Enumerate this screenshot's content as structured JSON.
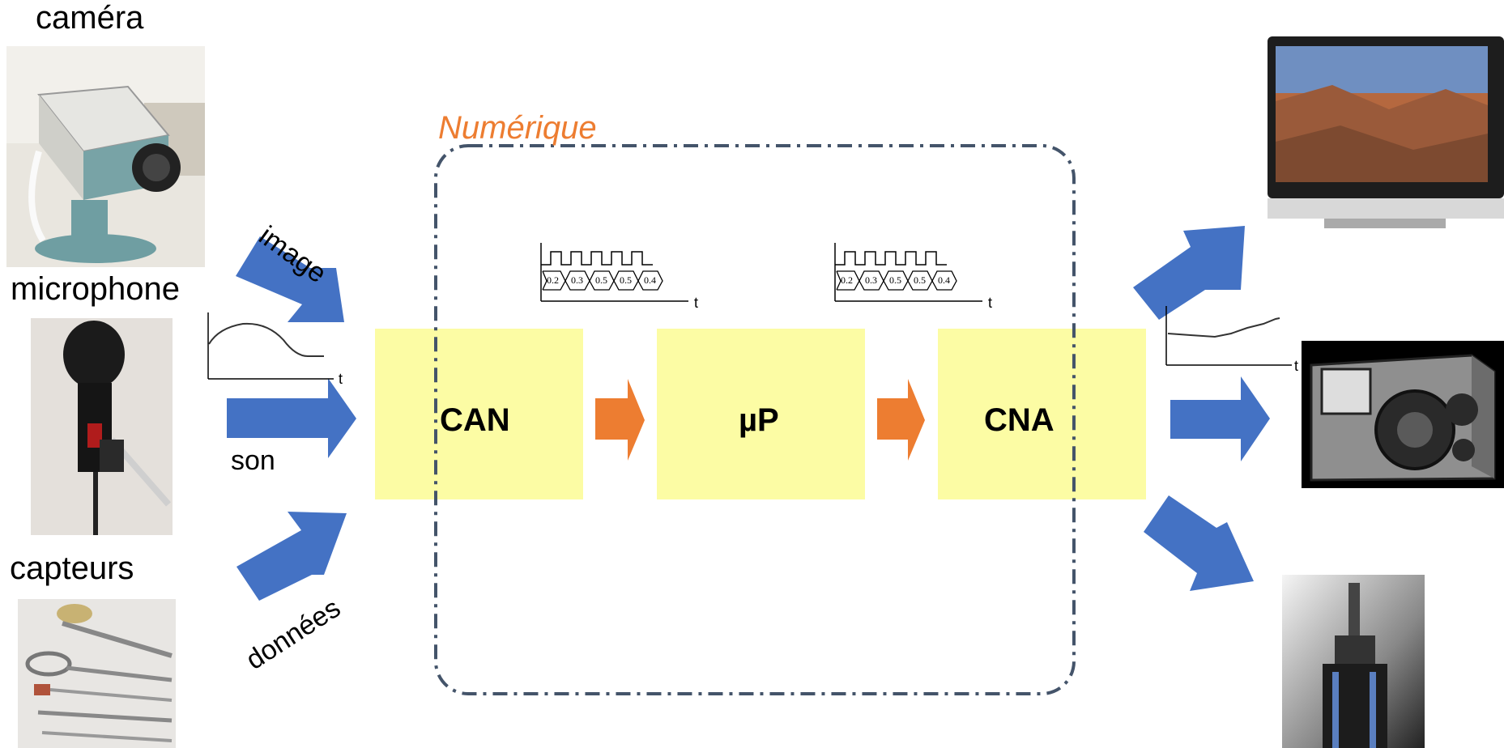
{
  "inputs": {
    "camera_label": "caméra",
    "microphone_label": "microphone",
    "sensors_label": "capteurs"
  },
  "signals": {
    "image": "image",
    "sound": "son",
    "data": "données"
  },
  "digital_zone": {
    "title": "Numérique"
  },
  "blocks": {
    "adc": "CAN",
    "cpu": "µP",
    "dac": "CNA"
  },
  "digital_signal": {
    "samples": [
      "0.2",
      "0.3",
      "0.5",
      "0.5",
      "0.4"
    ],
    "axis": "t"
  },
  "analog_axis": "t",
  "colors": {
    "blue_arrow": "#4472c4",
    "orange_arrow": "#ed7d31",
    "block_fill": "#fcfc9a",
    "dash_border": "#44546a",
    "numerique_text": "#ed7d31"
  }
}
